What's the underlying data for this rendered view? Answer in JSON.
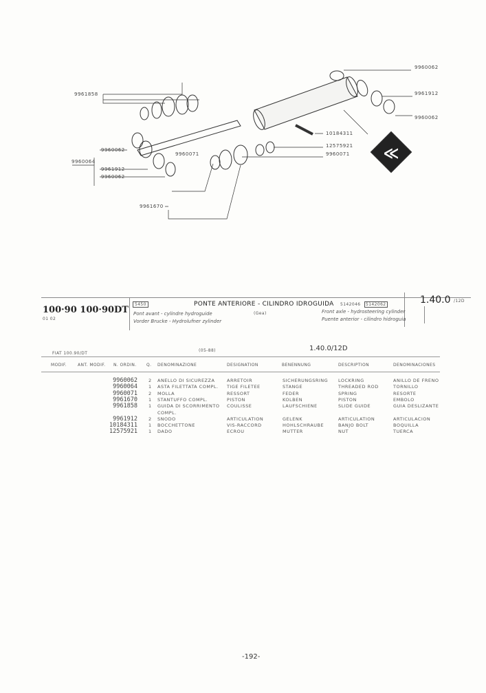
{
  "diagram": {
    "callouts": [
      "9960062",
      "9961912",
      "9960062",
      "10184311",
      "12575921",
      "9960071",
      "9961858",
      "9960062",
      "9960064",
      "9961912",
      "9960062",
      "9960071",
      "9961670"
    ]
  },
  "header": {
    "models": "100·90 100·90DT",
    "model_codes": "01 02",
    "code_box": "5450",
    "title": "PONTE ANTERIORE - CILINDRO IDROGUIDA",
    "part_ref": "5142046",
    "part_ref_boxed": "5142062",
    "fr": "Pont avant - cylindre hydroguide",
    "de": "Vorder Brucke - Hydrolufner zylinder",
    "supplier": "(Gea)",
    "en": "Front axle - hydrosteering cylinder",
    "es": "Puente anterior - cilindro hidroguia",
    "section": "1.40.0",
    "section_suffix": "/12D"
  },
  "meta": {
    "model": "FIAT 100.90/DT",
    "date": "(05-88)",
    "section": "1.40.0/12D"
  },
  "columns": [
    "MODIF.",
    "ANT. MODIF.",
    "N. ORDIN.",
    "Q.",
    "DENOMINAZIONE",
    "DESIGNATION",
    "BENENNUNG",
    "DESCRIPTION",
    "DENOMINACIONES"
  ],
  "rows": [
    {
      "n": "9960062",
      "q": "2",
      "it": "ANELLO DI SICUREZZA",
      "fr": "ARRETOIR",
      "de": "SICHERUNGSRING",
      "en": "LOCKRING",
      "es": "ANILLO DE FRENO"
    },
    {
      "n": "9960064",
      "q": "1",
      "it": "ASTA FILETTATA COMPL.",
      "fr": "TIGE FILETEE",
      "de": "STANGE",
      "en": "THREADED ROD",
      "es": "TORNILLO"
    },
    {
      "n": "9960071",
      "q": "2",
      "it": "MOLLA",
      "fr": "RESSORT",
      "de": "FEDER",
      "en": "SPRING",
      "es": "RESORTE"
    },
    {
      "n": "9961670",
      "q": "1",
      "it": "STANTUFFO COMPL.",
      "fr": "PISTON",
      "de": "KOLBEN",
      "en": "PISTON",
      "es": "EMBOLO"
    },
    {
      "n": "9961858",
      "q": "1",
      "it": "GUIDA DI SCORRIMENTO",
      "fr": "COULISSE",
      "de": "LAUFSCHIENE",
      "en": "SLIDE GUIDE",
      "es": "GUIA DESLIZANTE"
    },
    {
      "n": "",
      "q": "",
      "it": "COMPL.",
      "fr": "",
      "de": "",
      "en": "",
      "es": ""
    },
    {
      "n": "9961912",
      "q": "2",
      "it": "SNODO",
      "fr": "ARTICULATION",
      "de": "GELENK",
      "en": "ARTICULATION",
      "es": "ARTICULACION"
    },
    {
      "n": "10184311",
      "q": "1",
      "it": "BOCCHETTONE",
      "fr": "VIS-RACCORD",
      "de": "HOHLSCHRAUBE",
      "en": "BANJO BOLT",
      "es": "BOQUILLA"
    },
    {
      "n": "12575921",
      "q": "1",
      "it": "DADO",
      "fr": "ECROU",
      "de": "MUTTER",
      "en": "NUT",
      "es": "TUERCA"
    }
  ],
  "page_number": "-192-"
}
